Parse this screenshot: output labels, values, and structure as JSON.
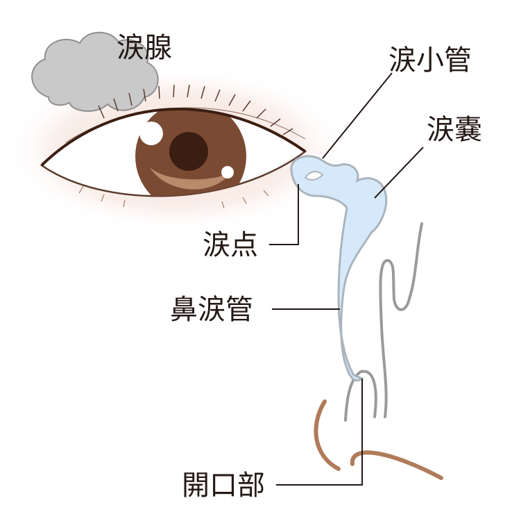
{
  "labels": {
    "lacrimal_gland": "涙腺",
    "canaliculus": "涙小管",
    "lacrimal_sac": "涙嚢",
    "punctum": "涙点",
    "nasolacrimal_duct": "鼻涙管",
    "opening": "開口部"
  },
  "colors": {
    "iris": "#7a4a33",
    "pupil": "#3b1e12",
    "iris_highlight": "#b98a6b",
    "gland": "#c9c9c9",
    "duct_fill": "#d6e9fa",
    "duct_stroke": "#aab4bd",
    "nose_line": "#9a9a9a",
    "mucosa": "#b07b5a",
    "lash": "#5a3a2c"
  }
}
